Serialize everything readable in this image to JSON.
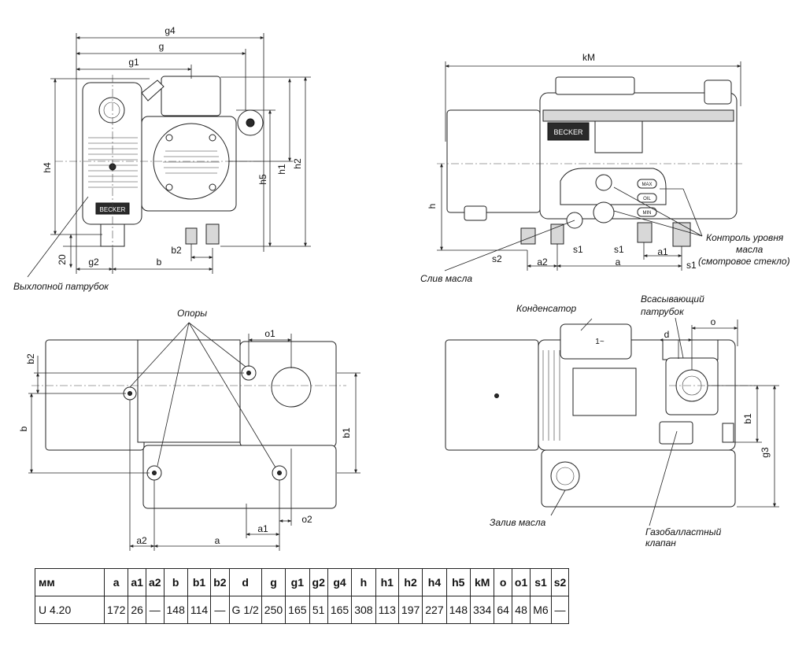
{
  "callouts": {
    "exhaust": "Выхлопной патрубок",
    "feet": "Опоры",
    "oil_level_1": "Контроль уровня",
    "oil_level_2": "масла",
    "oil_level_3": "(смотровое стекло)",
    "oil_drain": "Слив масла",
    "capacitor": "Конденсатор",
    "suction_1": "Всасывающий",
    "suction_2": "патрубок",
    "oil_fill": "Залив масла",
    "gas_ballast_1": "Газобалластный",
    "gas_ballast_2": "клапан"
  },
  "brand_plate": "BECKER",
  "glass_labels": {
    "max": "MAX",
    "oil": "OIL",
    "min": "MIN"
  },
  "capacitor_label": "1~",
  "dims": {
    "g4": "g4",
    "g": "g",
    "g1": "g1",
    "h4": "h4",
    "h5": "h5",
    "h1": "h1",
    "h2": "h2",
    "twenty": "20",
    "g2": "g2",
    "b": "b",
    "b2": "b2",
    "kM": "kM",
    "h": "h",
    "s1": "s1",
    "s2": "s2",
    "a2": "a2",
    "a": "a",
    "a1": "a1",
    "o1": "o1",
    "b1": "b1",
    "o2": "o2",
    "d": "d",
    "o": "o",
    "g3": "g3"
  },
  "table": {
    "headers": [
      "мм",
      "a",
      "a1",
      "a2",
      "b",
      "b1",
      "b2",
      "d",
      "g",
      "g1",
      "g2",
      "g4",
      "h",
      "h1",
      "h2",
      "h4",
      "h5",
      "kM",
      "o",
      "o1",
      "s1",
      "s2"
    ],
    "row": [
      "U 4.20",
      "172",
      "26",
      "—",
      "148",
      "114",
      "—",
      "G 1/2",
      "250",
      "165",
      "51",
      "165",
      "308",
      "113",
      "197",
      "227",
      "148",
      "334",
      "64",
      "48",
      "M6",
      "—"
    ]
  }
}
